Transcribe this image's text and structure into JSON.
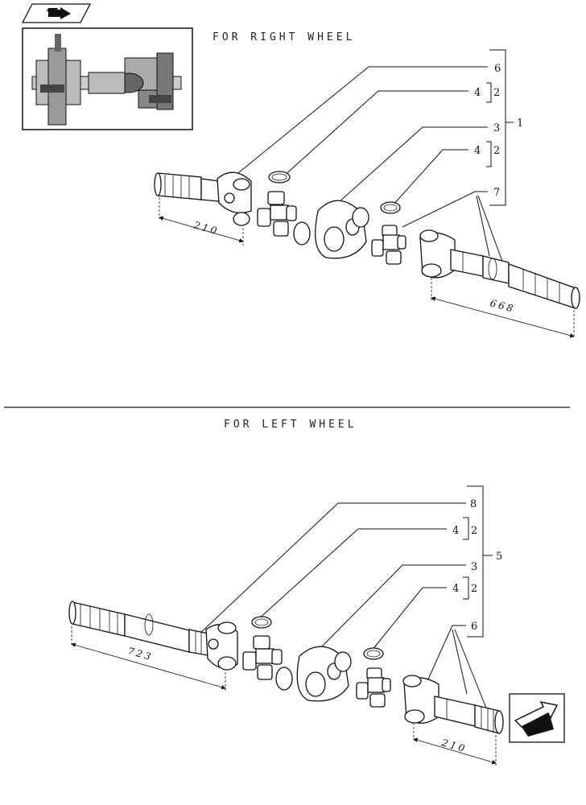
{
  "sections": {
    "right": {
      "title": "FOR RIGHT WHEEL",
      "callouts": [
        "6",
        "4",
        "2",
        "3",
        "4",
        "2",
        "7",
        "1"
      ],
      "dimensions": [
        "210",
        "668"
      ]
    },
    "left": {
      "title": "FOR LEFT WHEEL",
      "callouts": [
        "8",
        "4",
        "2",
        "3",
        "4",
        "2",
        "6",
        "5"
      ],
      "dimensions": [
        "723",
        "210"
      ]
    }
  },
  "icons": {
    "top_nav": "book-arrow-icon",
    "bottom_nav": "next-arrow-icon"
  }
}
